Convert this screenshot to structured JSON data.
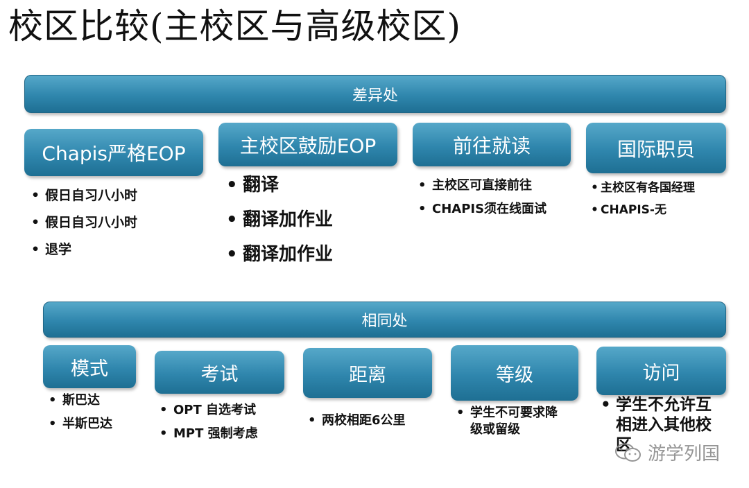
{
  "title": "校区比较(主校区与高级校区)",
  "differences": {
    "header": "差异处",
    "columns": [
      {
        "heading": "Chapis严格EOP",
        "items": [
          "假日自习八小时",
          "假日自习八小时",
          "退学"
        ]
      },
      {
        "heading": "主校区鼓励EOP",
        "items": [
          "翻译",
          "翻译加作业",
          "翻译加作业"
        ]
      },
      {
        "heading": "前往就读",
        "items": [
          "主校区可直接前往",
          "CHAPIS须在线面试"
        ]
      },
      {
        "heading": "国际职员",
        "items": [
          "主校区有各国经理",
          "CHAPIS-无"
        ]
      }
    ]
  },
  "similarities": {
    "header": "相同处",
    "columns": [
      {
        "heading": "模式",
        "items": [
          "斯巴达",
          "半斯巴达"
        ]
      },
      {
        "heading": "考试",
        "items": [
          "OPT 自选考试",
          "MPT 强制考虑"
        ]
      },
      {
        "heading": "距离",
        "items": [
          "两校相距6公里"
        ]
      },
      {
        "heading": "等级",
        "items": [
          "学生不可要求降级或留级"
        ]
      },
      {
        "heading": "访问",
        "items": [
          "学生不允许互相进入其他校区"
        ]
      }
    ]
  },
  "watermark": {
    "text": "游学列国",
    "icon": "wechat-icon"
  },
  "colors": {
    "box_top": "#56a8c9",
    "box_bottom": "#1e6f93",
    "text": "#111111"
  }
}
